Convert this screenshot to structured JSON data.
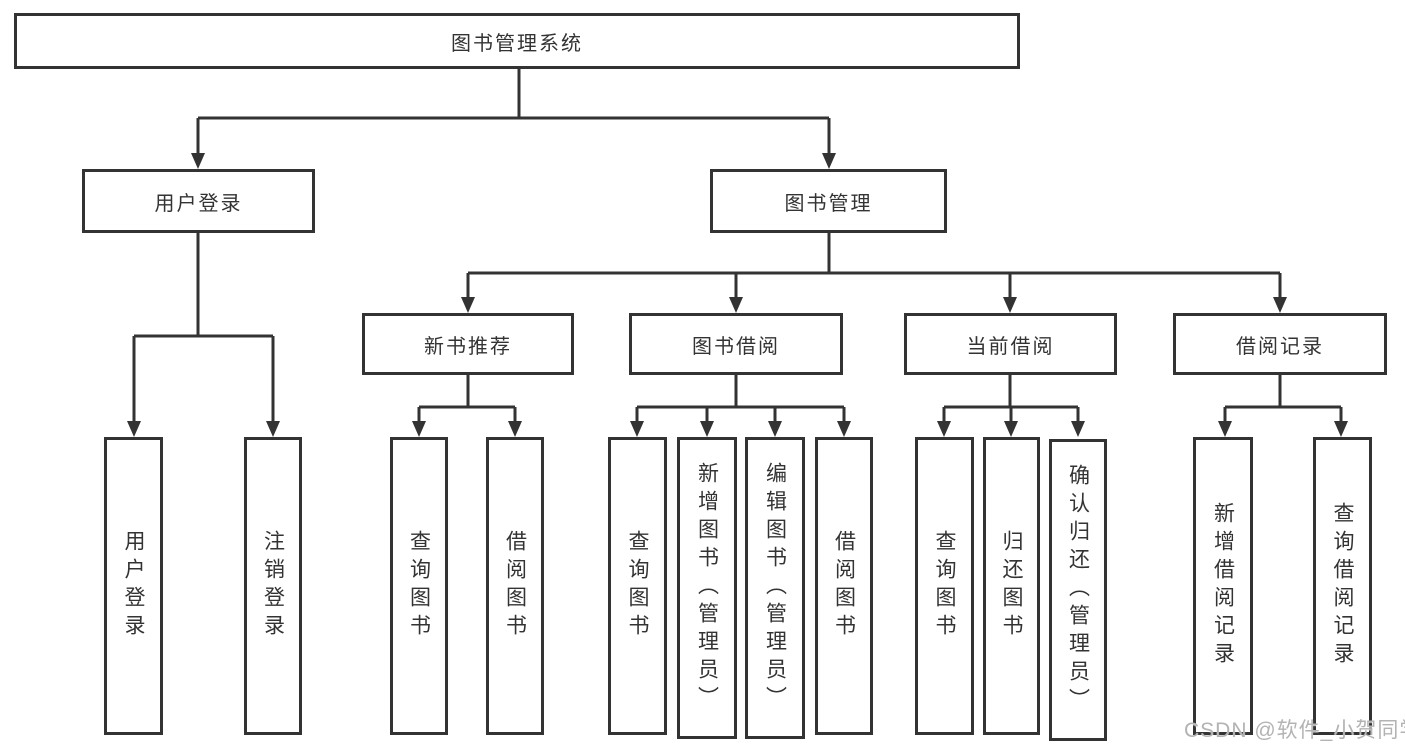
{
  "diagram": {
    "root": "图书管理系统",
    "level1": {
      "user_login": "用户登录",
      "book_management": "图书管理"
    },
    "level2": {
      "new_book_recommend": "新书推荐",
      "book_borrow": "图书借阅",
      "current_borrow": "当前借阅",
      "borrow_record": "借阅记录"
    },
    "leaves": {
      "user_login": [
        "用户登录",
        "注销登录"
      ],
      "new_book_recommend": [
        "查询图书",
        "借阅图书"
      ],
      "book_borrow": [
        "查询图书",
        "新增图书（管理员）",
        "编辑图书（管理员）",
        "借阅图书"
      ],
      "current_borrow": [
        "查询图书",
        "归还图书",
        "确认归还（管理员）"
      ],
      "borrow_record": [
        "新增借阅记录",
        "查询借阅记录"
      ]
    },
    "watermark": "CSDN @软件_小贺同学",
    "colors": {
      "line": "#333333",
      "text": "#333333",
      "watermark": "#b3b3b3",
      "background": "#ffffff"
    }
  }
}
